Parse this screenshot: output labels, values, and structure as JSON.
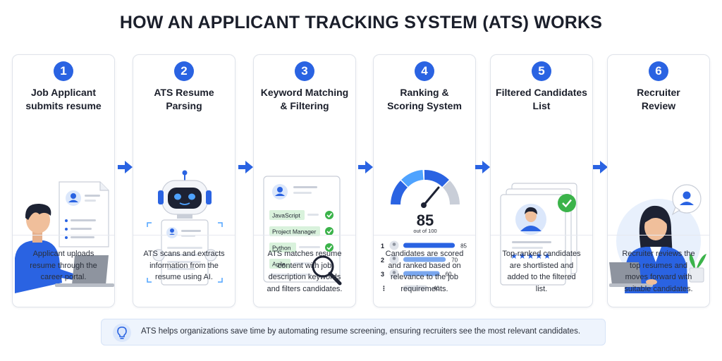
{
  "title": "HOW AN APPLICANT TRACKING SYSTEM (ATS) WORKS",
  "steps": [
    {
      "number": "1",
      "heading_line1": "Job Applicant",
      "heading_line2": "submits resume",
      "desc_lines": [
        "Applicant uploads",
        "resume through the",
        "career portal."
      ]
    },
    {
      "number": "2",
      "heading_line1": "ATS Resume",
      "heading_line2": "Parsing",
      "desc_lines": [
        "ATS scans and extracts",
        "information from the",
        "resume using AI."
      ]
    },
    {
      "number": "3",
      "heading_line1": "Keyword Matching",
      "heading_line2": "& Filtering",
      "desc_lines": [
        "ATS matches resume",
        "content with job",
        "description keywords",
        "and filters candidates."
      ],
      "keywords": [
        "JavaScript",
        "Project Manager",
        "Python",
        "Agile"
      ]
    },
    {
      "number": "4",
      "heading_line1": "Ranking &",
      "heading_line2": "Scoring System",
      "desc_lines": [
        "Candidates are scored",
        "and ranked based on",
        "relevance to the job",
        "requirements."
      ],
      "score": "85",
      "score_caption": "out of 100",
      "rankings": [
        {
          "rank": "1",
          "score": "85",
          "fraction": 0.85
        },
        {
          "rank": "2",
          "score": "70",
          "fraction": 0.7
        },
        {
          "rank": "3",
          "score": "60",
          "fraction": 0.6
        },
        {
          "rank": "⋮",
          "score": "40",
          "fraction": 0.4
        }
      ]
    },
    {
      "number": "5",
      "heading_line1": "Filtered Candidates",
      "heading_line2": "List",
      "desc_lines": [
        "Top-ranked candidates",
        "are shortlisted and",
        "added to the filtered",
        "list."
      ],
      "stars": "★★★★★"
    },
    {
      "number": "6",
      "heading_line1": "Recruiter",
      "heading_line2": "Review",
      "desc_lines": [
        "Recruiter reviews the",
        "top resumes and",
        "moves forward with",
        "suitable candidates."
      ]
    }
  ],
  "note": {
    "icon": "lightbulb-icon",
    "text": "ATS helps organizations save time by automating resume screening, ensuring recruiters see the most relevant candidates."
  },
  "colors": {
    "accent": "#2a63e2",
    "accent_light": "#dbe7fb",
    "green": "#3bb34a",
    "gray": "#c9ced8"
  }
}
